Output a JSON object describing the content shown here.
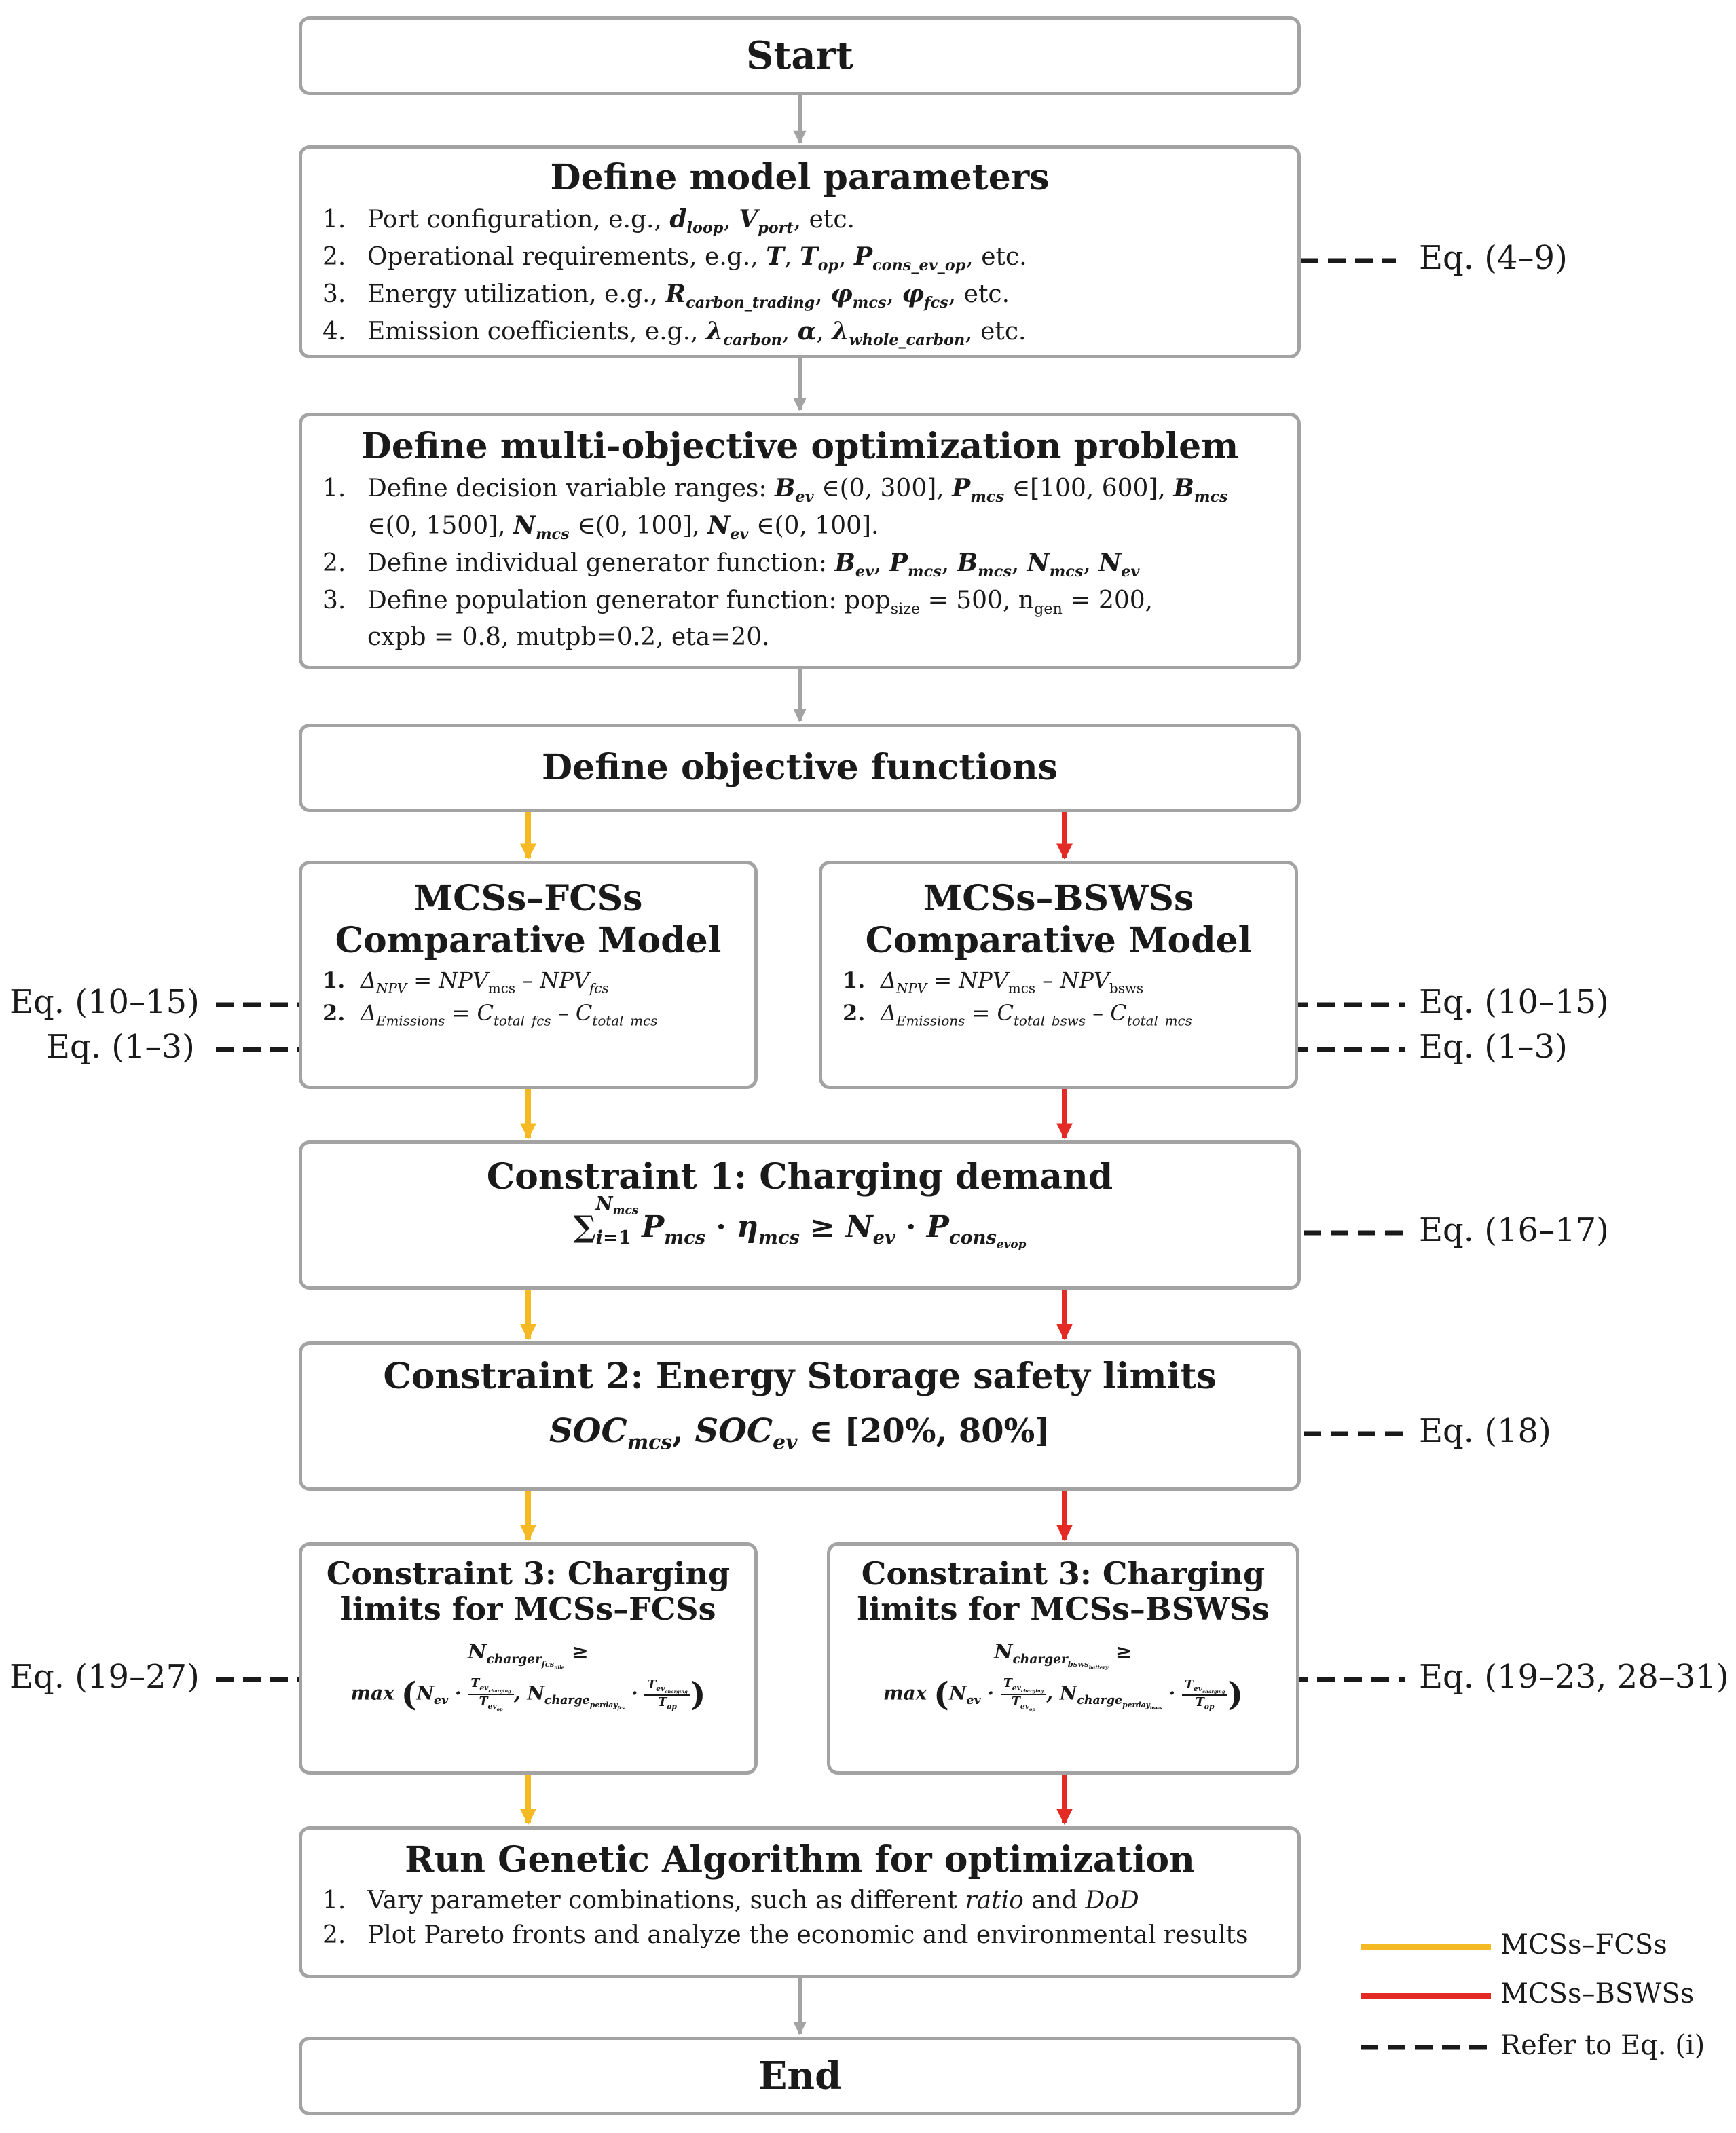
{
  "colors": {
    "box_border": "#a3a3a3",
    "arrow_gray": "#a3a3a3",
    "fcs_line": "#f5b923",
    "bsws_line": "#e42a24",
    "ref_line": "#1a1a1a"
  },
  "start": {
    "label": "Start"
  },
  "params": {
    "title": "Define model parameters",
    "items": [
      {
        "num": "1.",
        "pre": "Port configuration, e.g., ",
        "v1": "d",
        "s1": "loop",
        "mid": ", ",
        "v2": "V",
        "s2": "port",
        "post": ", etc."
      },
      {
        "num": "2.",
        "pre": "Operational requirements, e.g., ",
        "v1": "T",
        "mid": ", ",
        "v2": "T",
        "s2": "op",
        "mid2": ", ",
        "v3": "P",
        "s3": "cons_ev_op",
        "post": ", etc."
      },
      {
        "num": "3.",
        "pre": "Energy utilization, e.g., ",
        "v1": "R",
        "s1": "carbon_trading",
        "mid": ", ",
        "v2": "φ",
        "s2": "mcs",
        "mid2": ", ",
        "v3": "φ",
        "s3": "fcs",
        "post": ", etc."
      },
      {
        "num": "4.",
        "pre": "Emission coefficients, e.g., ",
        "v1": "λ",
        "s1": "carbon",
        "mid": ", ",
        "v2": "α",
        "mid2": ", ",
        "v3": "λ",
        "s3": "whole_carbon",
        "post": ", etc."
      }
    ],
    "ref": "Eq. (4–9)"
  },
  "moo": {
    "title": "Define multi-objective optimization problem",
    "item1_num": "1.",
    "item1_pre": "Define decision variable ranges: ",
    "item1_a": "B",
    "item1_a_sub": "ev",
    "item1_a_range": " ∈(0, 300], ",
    "item1_b": "P",
    "item1_b_sub": "mcs",
    "item1_b_range": " ∈[100, 600], ",
    "item1_c": "B",
    "item1_c_sub": "mcs",
    "item1_c_range": "∈(0, 1500], ",
    "item1_d": "N",
    "item1_d_sub": "mcs",
    "item1_d_range": " ∈(0, 100], ",
    "item1_e": "N",
    "item1_e_sub": "ev",
    "item1_e_range": " ∈(0, 100].",
    "item2_num": "2.",
    "item2_pre": "Define individual generator function: ",
    "item2_vars": [
      {
        "v": "B",
        "s": "ev"
      },
      {
        "v": "P",
        "s": "mcs"
      },
      {
        "v": "B",
        "s": "mcs"
      },
      {
        "v": "N",
        "s": "mcs"
      },
      {
        "v": "N",
        "s": "ev"
      }
    ],
    "item3_num": "3.",
    "item3_pre": "Define population generator function: pop",
    "item3_pop_sub": "size",
    "item3_pop_val": " = 500, n",
    "item3_ngen_sub": "gen",
    "item3_ngen_val": " = 200,",
    "item3_line2": "cxpb = 0.8, mutpb=0.2, eta=20."
  },
  "objective": {
    "title": "Define objective functions"
  },
  "fcs_model": {
    "title_line1": "MCSs–FCSs",
    "title_line2": "Comparative Model",
    "item1_num": "1.",
    "item1_delta_sub": "NPV",
    "item1_a_sub": "mcs",
    "item1_b_sub": "fcs",
    "item2_num": "2.",
    "item2_delta_sub": "Emissions",
    "item2_a_sub": "total_fcs",
    "item2_b_sub": "total_mcs",
    "ref1": "Eq. (10–15)",
    "ref2": "Eq. (1–3)"
  },
  "bsws_model": {
    "title_line1": "MCSs–BSWSs",
    "title_line2": "Comparative Model",
    "item1_num": "1.",
    "item1_delta_sub": "NPV",
    "item1_a_sub": "mcs",
    "item1_b_sub": "bsws",
    "item2_num": "2.",
    "item2_delta_sub": "Emissions",
    "item2_a_sub": "total_bsws",
    "item2_b_sub": "total_mcs",
    "ref1": "Eq. (10–15)",
    "ref2": "Eq. (1–3)"
  },
  "constraint1": {
    "title": "Constraint 1: Charging demand",
    "ref": "Eq. (16–17)"
  },
  "constraint2": {
    "title": "Constraint 2: Energy Storage safety limits",
    "range": "∈ [20%, 80%]",
    "ref": "Eq. (18)"
  },
  "constraint3_fcs": {
    "title_line1": "Constraint 3: Charging",
    "title_line2": "limits for MCSs–FCSs",
    "sub1": "fcs",
    "sub2": "nile",
    "sub3": "fcs",
    "ref": "Eq. (19–27)"
  },
  "constraint3_bsws": {
    "title_line1": "Constraint 3: Charging",
    "title_line2": "limits for MCSs–BSWSs",
    "sub1": "bsws",
    "sub2": "battery",
    "sub3": "bsws",
    "ref": "Eq. (19–23, 28–31)"
  },
  "ga": {
    "title": "Run Genetic Algorithm for optimization",
    "item1_num": "1.",
    "item1_pre": "Vary parameter combinations, such as different ",
    "item1_ratio": "ratio",
    "item1_and": " and ",
    "item1_dod": "DoD",
    "item2_num": "2.",
    "item2_text": "Plot Pareto fronts and analyze the economic and environmental results"
  },
  "end": {
    "label": "End"
  },
  "legend": {
    "fcs": "MCSs–FCSs",
    "bsws": "MCSs–BSWSs",
    "ref": "Refer to Eq. (i)"
  }
}
